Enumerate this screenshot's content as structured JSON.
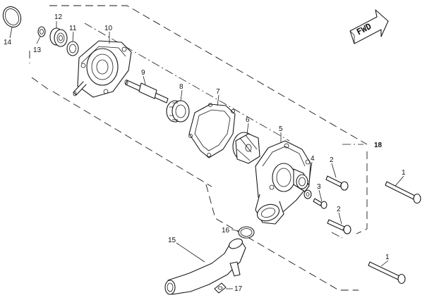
{
  "diagram": {
    "callouts": {
      "c1_upper": "1",
      "c1_lower": "1",
      "c2_upper": "2",
      "c2_lower": "2",
      "c3": "3",
      "c4": "4",
      "c5": "5",
      "c6": "6",
      "c7": "7",
      "c8": "8",
      "c9": "9",
      "c10": "10",
      "c11": "11",
      "c12": "12",
      "c13": "13",
      "c14": "14",
      "c15": "15",
      "c16": "16",
      "c17": "17",
      "c18": "18"
    },
    "direction_marker": {
      "text": "FWD",
      "icon": "forward-direction-arrow-icon"
    }
  }
}
